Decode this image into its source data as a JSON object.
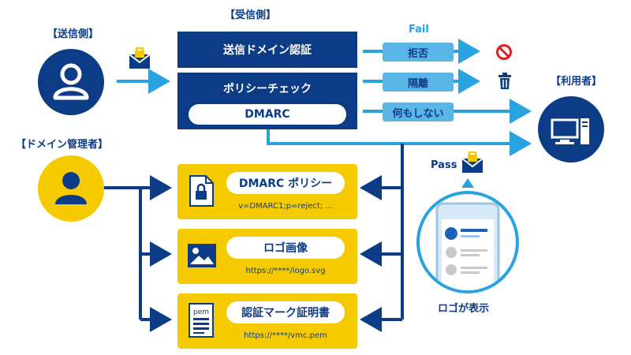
{
  "labels": {
    "receiver": "【受信側】",
    "sender": "【送信側】",
    "domain_admin": "【ドメイン管理者】",
    "user": "【利用者】",
    "fail": "Fail",
    "pass": "Pass",
    "logo_display": "ロゴが表示"
  },
  "receiver_boxes": {
    "sender_auth": "送信ドメイン認証",
    "policy_check": "ポリシーチェック",
    "dmarc": "DMARC"
  },
  "actions": {
    "reject": "拒否",
    "quarantine": "隔離",
    "none": "何もしない"
  },
  "records": [
    {
      "title": "DMARC ポリシー",
      "value": "v=DMARC1;p=reject; ..."
    },
    {
      "title": "ロゴ画像",
      "value": "https://****/logo.svg"
    },
    {
      "title": "認証マーク証明書",
      "value": "https://****/vmc.pem"
    }
  ],
  "icons": {
    "pem": "pem"
  },
  "colors": {
    "navy": "#0d3c87",
    "light_blue": "#5bb6e8",
    "arrow_blue": "#29a3e0",
    "yellow": "#f5cb00",
    "red": "#e0201e"
  }
}
